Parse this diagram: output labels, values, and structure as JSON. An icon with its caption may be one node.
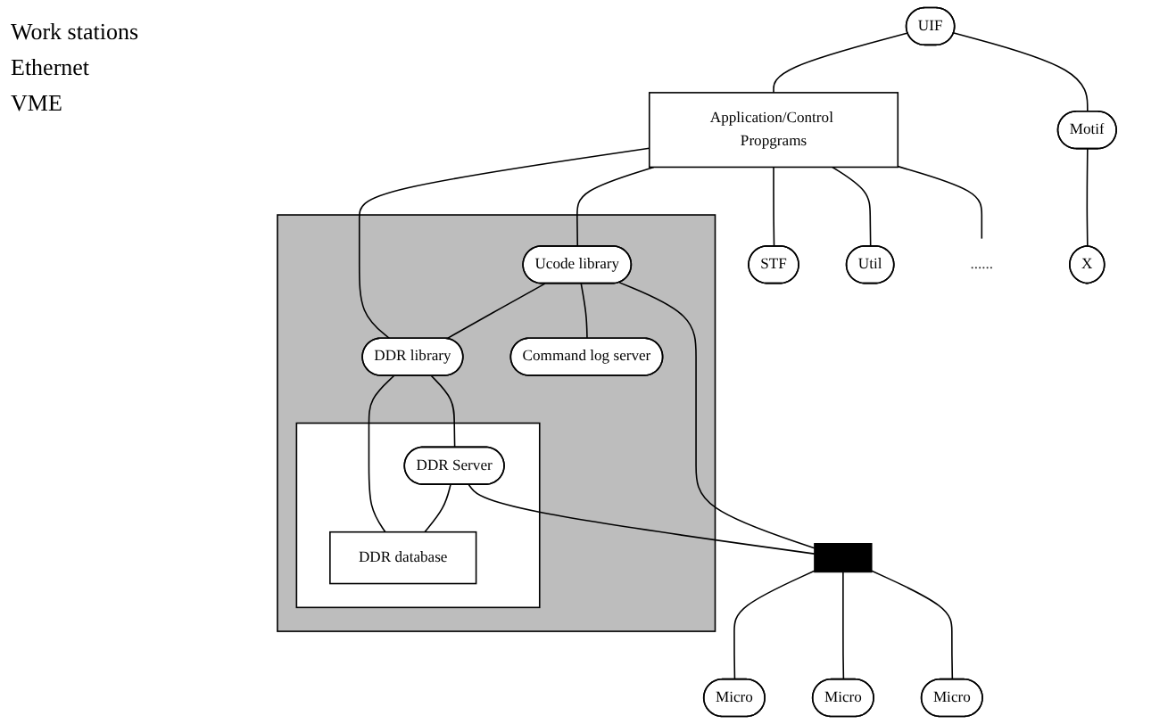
{
  "diagram": {
    "nodes": [
      {
        "text": [
          "UIF"
        ]
      },
      {
        "text": [
          "Application/Control Propgrams"
        ]
      },
      {
        "text": [
          "STF"
        ]
      },
      {
        "text": [
          "Motif"
        ]
      },
      {
        "text": [
          "Util"
        ]
      },
      {
        "text": [
          "......"
        ]
      },
      {
        "text": [],
        "shape": "box"
      },
      {
        "text": [
          "Ucode library"
        ],
        "in": 6
      },
      {
        "text": [
          "DDR library"
        ],
        "in": 6
      },
      {
        "text": [
          "X"
        ]
      },
      {
        "text": [
          "Command log server"
        ],
        "in": 6
      },
      {
        "text": [],
        "shape": "box",
        "in": 6
      },
      {
        "text": [
          "DDR Server"
        ],
        "in": 11
      },
      {
        "text": [
          "DDR database"
        ],
        "in": 11
      },
      {
        "text": [],
        "shape": "bar"
      },
      {
        "text": [
          "Micro"
        ]
      },
      {
        "text": [
          "Micro"
        ]
      },
      {
        "text": [
          "Micro"
        ]
      }
    ],
    "edges": [
      {
        "from": 0,
        "to": 1,
        "arrow": "none"
      },
      {
        "from": 0,
        "to": 3,
        "arrow": "none"
      },
      {
        "from": 3,
        "to": 9,
        "arrow": "none"
      },
      {
        "from": 1,
        "to": 2,
        "arrow": "none"
      },
      {
        "from": 1,
        "to": 4,
        "arrow": "none"
      },
      {
        "from": 1,
        "to": 5,
        "arrow": "none"
      },
      {
        "from": 1,
        "to": 7,
        "arrow": "none"
      },
      {
        "from": 1,
        "to": 8,
        "arrow": "none"
      },
      {
        "from": 7,
        "to": 8,
        "arrow": "none"
      },
      {
        "from": 7,
        "to": 10,
        "arrow": "none"
      },
      {
        "from": 8,
        "to": 12,
        "arrow": "none"
      },
      {
        "from": 8,
        "to": 13,
        "arrow": "none"
      },
      {
        "from": 12,
        "to": 13,
        "arrow": "none"
      },
      {
        "from": 7,
        "to": 14,
        "arrow": "none"
      },
      {
        "from": 12,
        "to": 14,
        "arrow": "none"
      },
      {
        "from": 14,
        "to": 15,
        "arrow": "none"
      },
      {
        "from": 14,
        "to": 16,
        "arrow": "none"
      },
      {
        "from": 14,
        "to": 17,
        "arrow": "none"
      }
    ],
    "labels": [
      "Work stations",
      "Ethernet",
      "VME"
    ]
  }
}
